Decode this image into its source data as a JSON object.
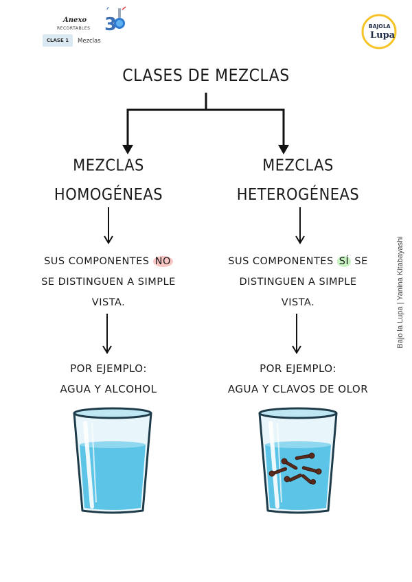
{
  "header": {
    "anexo": "Anexo",
    "recortables": "RECORTABLES",
    "logo_number": "3",
    "class_badge": "CLASE 1",
    "class_topic": "Mezclas"
  },
  "brand": {
    "line1_a": "BAJO",
    "line1_b": "LA",
    "line2": "Lupa"
  },
  "title": "CLASES DE MEZCLAS",
  "left": {
    "title_line1": "MEZCLAS",
    "title_line2": "HOMOGÉNEAS",
    "desc_before": "SUS COMPONENTES ",
    "desc_highlight": "NO",
    "desc_line2": "SE DISTINGUEN A SIMPLE",
    "desc_line3": "VISTA.",
    "example_line1": "POR EJEMPLO:",
    "example_line2": "AGUA Y ALCOHOL"
  },
  "right": {
    "title_line1": "MEZCLAS",
    "title_line2": "HETEROGÉNEAS",
    "desc_before": "SUS COMPONENTES ",
    "desc_highlight": "SÍ",
    "desc_after": " SE",
    "desc_line2": "DISTINGUEN A SIMPLE",
    "desc_line3": "VISTA.",
    "example_line1": "POR EJEMPLO:",
    "example_line2": "AGUA Y CLAVOS DE OLOR"
  },
  "credit": "Bajo la Lupa | Yanina Kitabayashi",
  "colors": {
    "highlight_no": "#f9c6c4",
    "highlight_si": "#c8f2c2",
    "water": "#5cc4e6",
    "glass": "#bfe6f3",
    "clove": "#5a2a1c",
    "brand_yellow": "#f6c324"
  }
}
